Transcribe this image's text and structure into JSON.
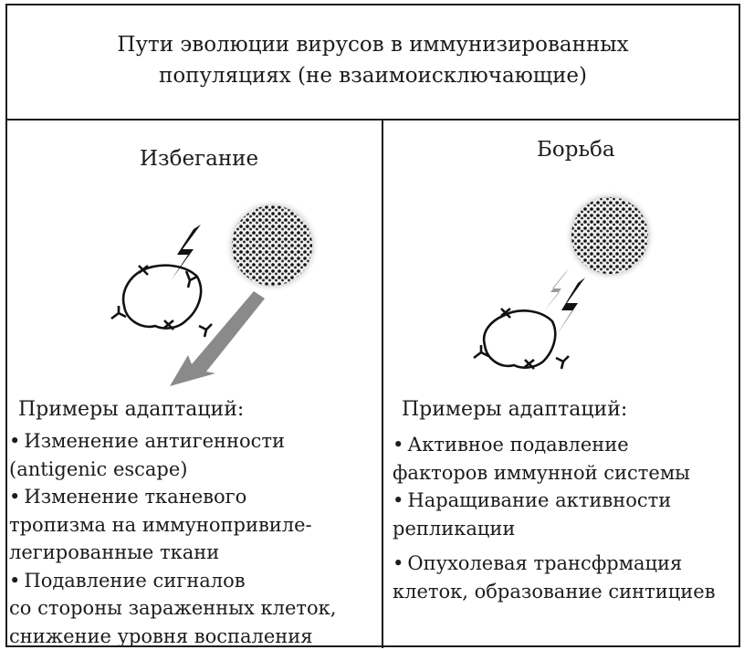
{
  "header": {
    "title_line1": "Пути эволюции вирусов в иммунизированных",
    "title_line2": "популяциях (не взаимоисключающие)"
  },
  "left": {
    "title": "Избегание",
    "examples_heading": "Примеры адаптаций:",
    "items": [
      [
        "Изменение антигенности",
        "(antigenic escape)"
      ],
      [
        "Изменение тканевого",
        "тропизма на иммунопривиле-",
        "легированные ткани"
      ],
      [
        "Подавление сигналов",
        "со стороны зараженных клеток,",
        "снижение уровня воспаления"
      ]
    ]
  },
  "right": {
    "title": "Борьба",
    "examples_heading": "Примеры адаптаций:",
    "items": [
      [
        "Активное подавление",
        "факторов иммунной системы"
      ],
      [
        "Наращивание активности",
        "репликации"
      ],
      [
        "Опухолевая трансфрмация",
        "клеток, образование синтициев"
      ]
    ]
  },
  "bullet_symbol": "•",
  "colors": {
    "ink": "#1c1c1c",
    "arrow_gray": "#8a8a8a",
    "light_bolt": "#9a9a9a"
  }
}
